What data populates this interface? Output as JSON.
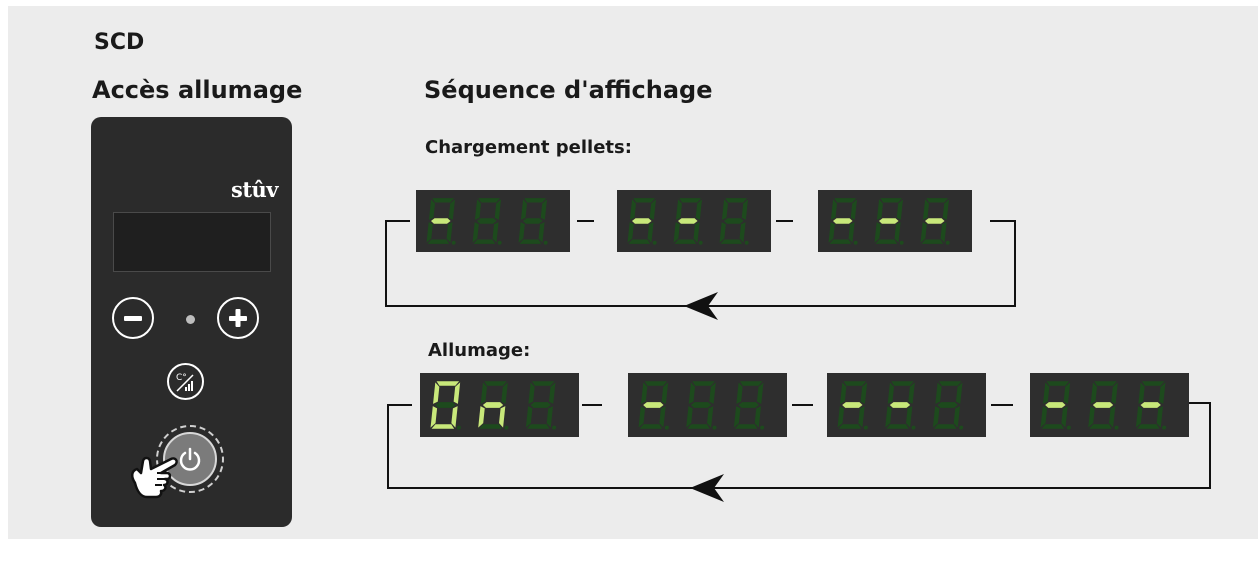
{
  "titles": {
    "product": "SCD",
    "access": "Accès allumage",
    "sequence": "Séquence d'affichage",
    "loading": "Chargement pellets:",
    "ignition": "Allumage:"
  },
  "device": {
    "brand": "stûv",
    "temp_label": "C°"
  },
  "sequences": {
    "loading": [
      {
        "text": "-",
        "lit": [
          true,
          false,
          false
        ]
      },
      {
        "text": "--",
        "lit": [
          true,
          true,
          false
        ]
      },
      {
        "text": "---",
        "lit": [
          true,
          true,
          true
        ]
      }
    ],
    "ignition": [
      {
        "text": "On",
        "lit": [
          true,
          true,
          false
        ]
      },
      {
        "text": "-",
        "lit": [
          true,
          false,
          false
        ]
      },
      {
        "text": "--",
        "lit": [
          true,
          true,
          false
        ]
      },
      {
        "text": "---",
        "lit": [
          true,
          true,
          true
        ]
      }
    ]
  },
  "colors": {
    "background": "#ececec",
    "device": "#2b2b2b",
    "segment_on": "#c8e87a",
    "segment_off": "#1d4a1d",
    "display": "#2e2e2e"
  }
}
